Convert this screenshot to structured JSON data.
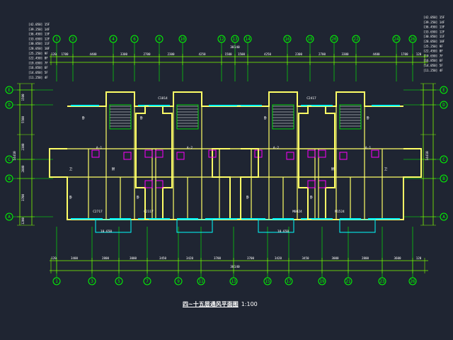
{
  "drawing": {
    "caption_title": "四~十五层通风平面图",
    "caption_scale": "1:100",
    "total_dim_top": "38140",
    "total_dim_bottom": "38140",
    "total_dim_left": "14410",
    "total_dim_right": "14410",
    "colors": {
      "background": "#1f2532",
      "axis": "#00ff00",
      "dim": "#7cfc00",
      "wall": "#ffff66",
      "window": "#00ffff",
      "duct": "#ff00ff",
      "text": "#ffffff"
    },
    "level_table": [
      "[42.050] 15F",
      "[39.250] 14F",
      "[36.450] 13F",
      "[33.650] 12F",
      "[30.850] 11F",
      "[28.050] 10F",
      "[25.250] 9F",
      "[22.450] 8F",
      "[19.650] 7F",
      "[16.850] 6F",
      "[14.050] 5F",
      "[11.250] 4F"
    ],
    "top_axes": [
      "1",
      "2",
      "4",
      "6",
      "8",
      "10",
      "12",
      "13",
      "14",
      "16",
      "18",
      "20",
      "22",
      "24",
      "26"
    ],
    "bottom_axes": [
      "1",
      "3",
      "5",
      "7",
      "9",
      "11",
      "13",
      "15",
      "17",
      "19",
      "21",
      "23",
      "26"
    ],
    "left_axes": [
      "E",
      "D",
      "C",
      "B",
      "A"
    ],
    "right_axes": [
      "E",
      "D",
      "C",
      "B",
      "A"
    ],
    "top_dims": [
      "120",
      "1700",
      "4400",
      "3300",
      "2700",
      "2300",
      "4250",
      "1500",
      "1500",
      "4250",
      "2300",
      "2700",
      "3300",
      "4400",
      "1700",
      "120"
    ],
    "bottom_dims": [
      "120",
      "3400",
      "2800",
      "3000",
      "3450",
      "3420",
      "3700",
      "3700",
      "3420",
      "3450",
      "3000",
      "2800",
      "3600",
      "120"
    ],
    "left_dims": [
      "1500",
      "5500",
      "2300",
      "2800",
      "3700",
      "1200"
    ],
    "room_labels": [
      "卧",
      "卧",
      "卧",
      "卧",
      "卧",
      "卧",
      "卧",
      "卧",
      "A-1",
      "A-2",
      "A-2",
      "A-1",
      "厨",
      "厨",
      "卫",
      "卫",
      "10.650",
      "10.650",
      "C2717",
      "M1524",
      "C2117",
      "M0824",
      "C1814",
      "C2417"
    ]
  }
}
